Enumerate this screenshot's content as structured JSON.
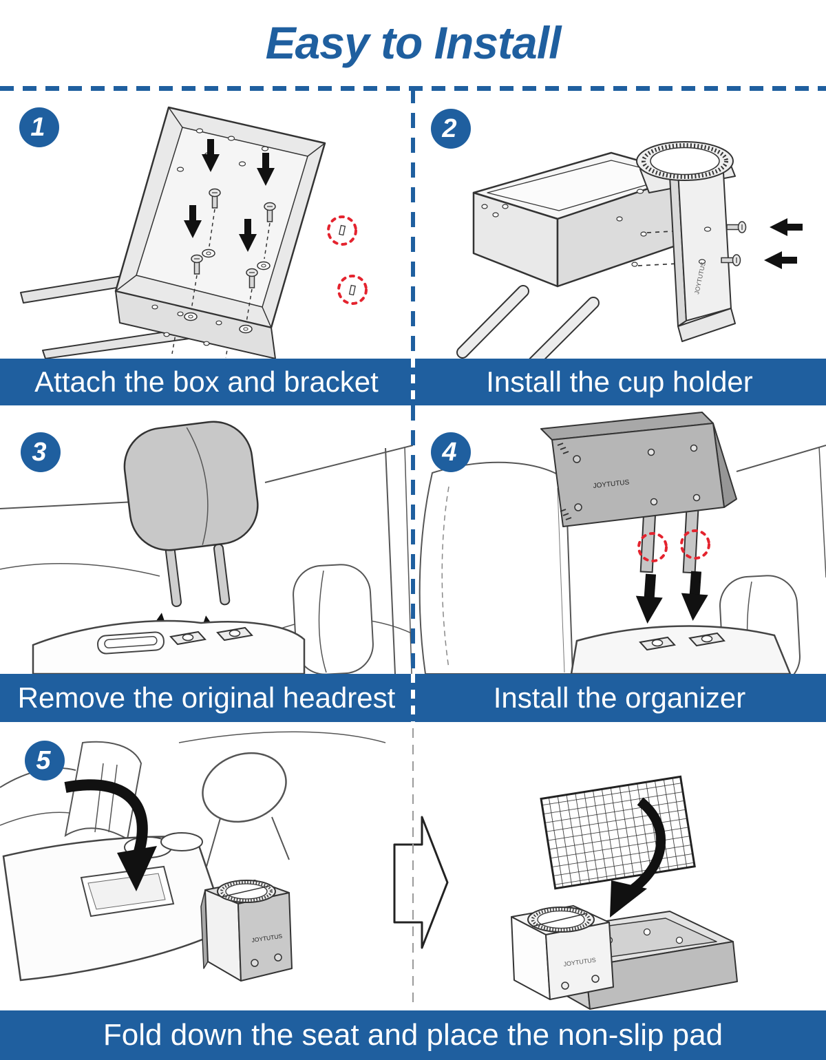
{
  "title": "Easy to Install",
  "brand": "JOYTUTUS",
  "colors": {
    "accent_blue": "#1f5f9f",
    "caption_text": "#ffffff",
    "highlight_red": "#e4232e",
    "outline_dark": "#333333"
  },
  "steps": [
    {
      "number": "1",
      "caption": "Attach the box and bracket"
    },
    {
      "number": "2",
      "caption": "Install the cup holder"
    },
    {
      "number": "3",
      "caption": "Remove the original headrest"
    },
    {
      "number": "4",
      "caption": "Install the organizer"
    },
    {
      "number": "5",
      "caption": "Fold down the seat and place the non-slip pad"
    }
  ]
}
